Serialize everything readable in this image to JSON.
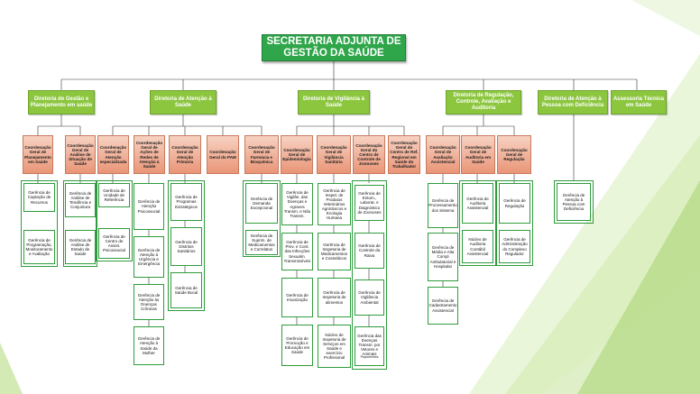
{
  "colors": {
    "root": "#2fa64a",
    "directorate": "#8cc63f",
    "coordination": "#e99577",
    "management_border": "#2e9c3c",
    "background_deco": "#c4e39a"
  },
  "root": {
    "label": "SECRETARIA ADJUNTA DE GESTÃO DA SAÚDE"
  },
  "directorates": [
    "Diretoria de Gestão e Planejamento em saúde",
    "Diretoria de Atenção à Saúde",
    "Diretoria de Vigilância à Saúde",
    "Diretoria de Regulação, Controle, Avaliação e Auditoria",
    "Diretoria de Atenção à Pessoa com Deficiência",
    "Assessoria Técnica em Saúde"
  ],
  "coordinations": [
    "Coordenação Geral de Planejamento em Saúde",
    "Coordenação Geral de Análise de Situação de Saúde",
    "Coordenação Geral de Atenção especializada",
    "Coordenação Geral de Ações de Redes de Atenção à Saúde",
    "Coordenação Geral de Atenção Primária",
    "Coordenação Geral do PAM",
    "Coordenação Geral de Farmácia e Bioquímica",
    "Coordenação Geral de Epidemiologia",
    "Coordenação Geral de Vigilância Sanitária",
    "Coordenação Geral do Centro de Controle de Zoonoses",
    "Coordenação Geral do Centro de Ref. Regional em Saúde do Trabalhador",
    "Coordenação Geral de Avaliação Assistencial",
    "Coordenação Geral de Auditoria em Saúde",
    "Coordenação Geral de Regulação"
  ],
  "managements": {
    "planejamento": [
      "Gerência de Captação de Recursos",
      "Gerência de Programação, Monitoramento e Avaliação"
    ],
    "analise": [
      "Gerência de Análise de Tendência e Conjuntura",
      "Gerência de Análise de Estado de Saúde"
    ],
    "especializada": [
      "Gerência de Unidade de Referência",
      "Gerência de Centro de Assist. Psicossocial"
    ],
    "redes": [
      "Gerência de Atenção Psicossocial",
      "Gerência de Atenção à Urgência e Emergência",
      "Gerência de Atenção às Doenças Crônicas",
      "Gerência de Atenção à Saúde da Mulher"
    ],
    "primaria": [
      "Gerência de Programas Estratégicos",
      "Gerência de Distritos Sanitários",
      "Gerência de Saúde Bucal"
    ],
    "farmacia": [
      "Gerência de Demanda Excepcional",
      "Gerência de Suprim. de Medicamentos e Correlatos"
    ],
    "epidemiologia": [
      "Gerência de Vigilân. das Doenças e Agravos Transm. e Não Transm.",
      "Gerência de Prev. e Cont. das Infecções Sexualm. Transmissíveis",
      "Gerência de Imunização",
      "Gerência de Promoção e Educação em Saúde"
    ],
    "sanitaria": [
      "Gerência de Inspet. de Produtos Veterinários Agrotóxicos e Ecologia Humana",
      "Gerência de Inspetoria de Medicamentos e Cosméticos",
      "Gerência de Inspetoria de alimentos",
      "Núcleo de Inspetoria de Serviços em Saúde e exercício Profissional"
    ],
    "zoonoses": [
      "Gerência de Entom., Laborat. e Diagnóstico de Zoonoses",
      "Gerência de Controle da Raiva",
      "Gerência de Vigilância Ambiental",
      "Gerência das Doenças Transm. por Vetores e Animais"
    ],
    "zoonoses_extra": "Peçonhentos",
    "avaliacao": [
      "Gerência de Processamento dos Sistema",
      "Gerência de Média e Alta Compl Ambulatorial e Hospitalar",
      "Gerência de Cadastramento Assistencial"
    ],
    "auditoria": [
      "Gerência de Auditoria Assistencial",
      "Núcleo de Auditoria Contábil Assistencial"
    ],
    "regulacao": [
      "Gerência de Regulação",
      "Gerência de Administração do Complexo Regulador"
    ],
    "deficiencia": [
      "Gerência de Atenção à Pessoa com Deficiência"
    ]
  }
}
